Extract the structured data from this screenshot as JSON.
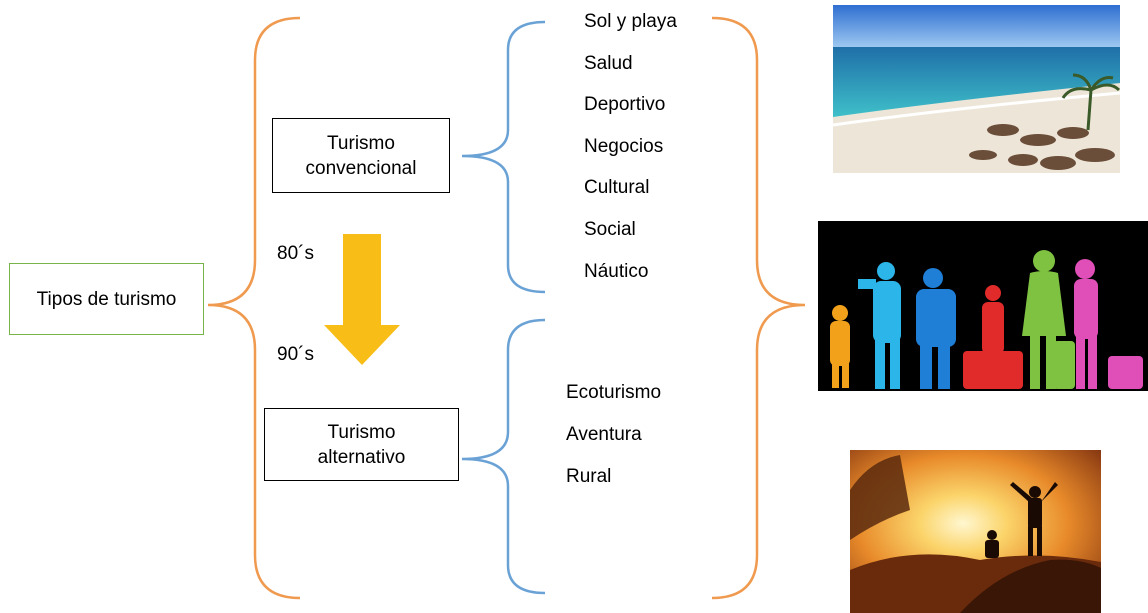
{
  "root": {
    "label": "Tipos de turismo"
  },
  "conventional": {
    "label_line1": "Turismo",
    "label_line2": "convencional",
    "items": [
      "Sol y playa",
      "Salud",
      "Deportivo",
      "Negocios",
      "Cultural",
      "Social",
      "Náutico"
    ]
  },
  "alternative": {
    "label_line1": "Turismo",
    "label_line2": "alternativo",
    "items": [
      "Ecoturismo",
      "Aventura",
      "Rural"
    ]
  },
  "timeline": {
    "from": "80´s",
    "to": "90´s"
  },
  "colors": {
    "orange": "#ef9a4f",
    "blue": "#6aa2d6",
    "green": "#77b54a",
    "arrow": "#f8bd17"
  },
  "images": [
    "beach-photo",
    "travelers-silhouette-photo",
    "mountain-sunset-photo"
  ]
}
